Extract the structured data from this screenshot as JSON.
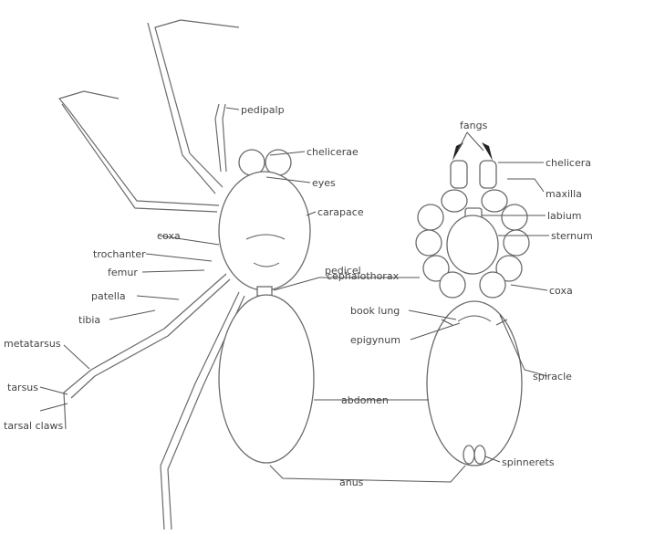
{
  "labels": {
    "ventral": {
      "fangs": "fangs",
      "chelicera": "chelicera",
      "maxilla": "maxilla",
      "labium": "labium",
      "sternum": "sternum",
      "coxa": "coxa",
      "book_lung": "book lung",
      "epigynum": "epigynum",
      "spiracle": "spiracle",
      "spinnerets": "spinnerets"
    },
    "dorsal": {
      "eyes": "eyes",
      "chelicerae": "chelicerae",
      "carapace": "carapace",
      "pedipalp": "pedipalp",
      "trochanter": "trochanter",
      "femur": "femur",
      "patella": "patella",
      "tibia": "tibia",
      "metatarsus": "metatarsus",
      "tarsus": "tarsus",
      "tarsal_claws": "tarsal claws",
      "pedicel": "pedicel",
      "cephalothorax": "cephalothorax",
      "abdomen": "abdomen",
      "anus": "anus"
    }
  }
}
